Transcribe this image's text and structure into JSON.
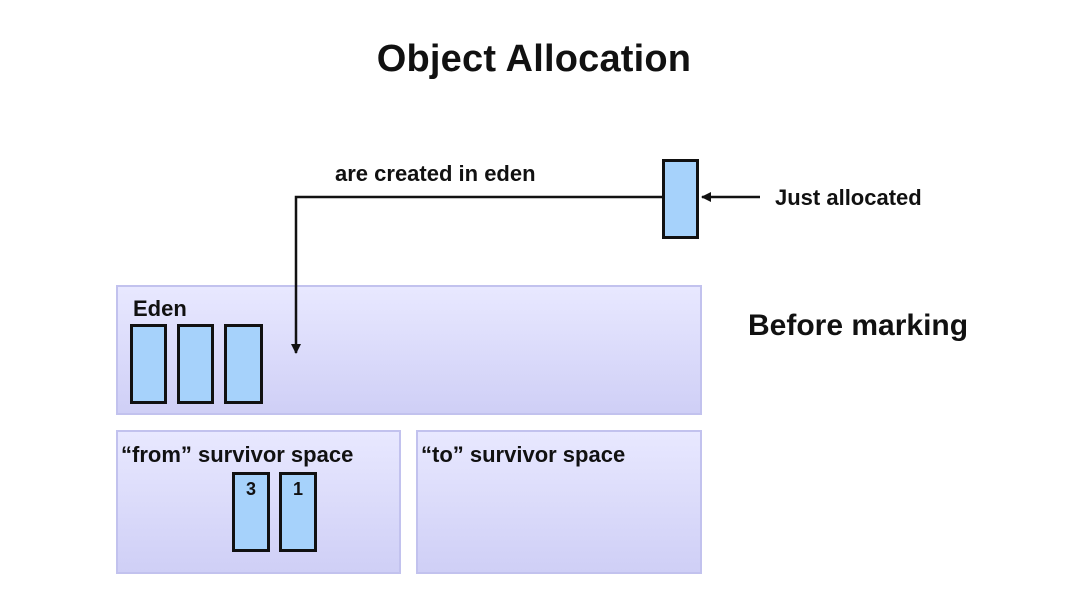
{
  "title": "Object Allocation",
  "arrow_labels": {
    "created_in_eden": "are created in eden",
    "just_allocated": "Just allocated"
  },
  "state_label": "Before marking",
  "regions": {
    "eden": {
      "label": "Eden"
    },
    "from_survivor": {
      "label": "“from” survivor space"
    },
    "to_survivor": {
      "label": "“to” survivor space"
    }
  },
  "survivor_objects": [
    {
      "age": "3"
    },
    {
      "age": "1"
    }
  ],
  "colors": {
    "object_fill": "#a6d2fb",
    "region_top": "#e8e8ff",
    "region_bottom": "#cfcff6",
    "region_border": "#c2c2ee",
    "line": "#111111"
  }
}
